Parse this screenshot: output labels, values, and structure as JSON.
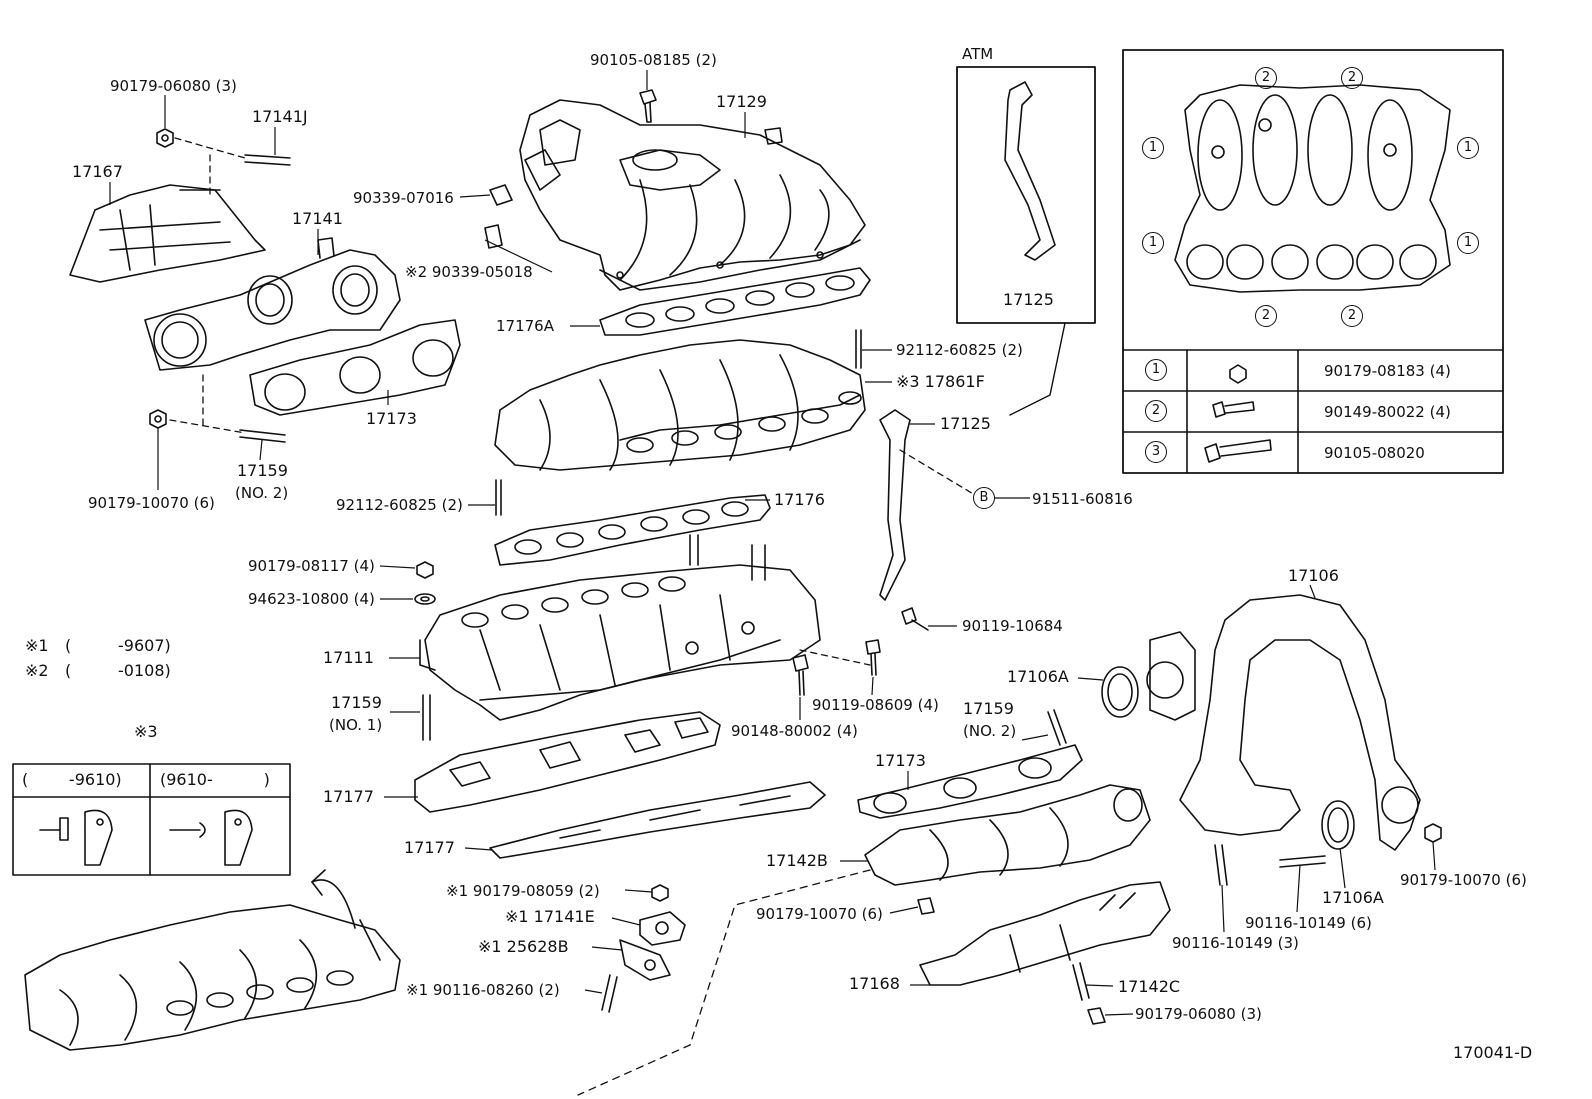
{
  "diagram_id": "170041-D",
  "atm_box": {
    "title": "ATM",
    "part": "17125"
  },
  "notes": [
    {
      "mark": "※1",
      "range_open": "(",
      "range_value": "-9607)"
    },
    {
      "mark": "※2",
      "range_open": "(",
      "range_value": "-0108)"
    }
  ],
  "variant_table": {
    "mark": "※3",
    "headers": [
      "(        -9610)",
      "(9610-          )"
    ]
  },
  "fastener_legend": [
    {
      "index": "1",
      "part": "90179-08183 (4)"
    },
    {
      "index": "2",
      "part": "90149-80022 (4)"
    },
    {
      "index": "3",
      "part": "90105-08020"
    }
  ],
  "legend_callouts": [
    "1",
    "2",
    "2",
    "1",
    "1",
    "1",
    "1",
    "2",
    "2"
  ],
  "b_marker": "B",
  "labels": {
    "l01": "90179-06080 (3)",
    "l02": "17141J",
    "l03": "17167",
    "l04": "17141",
    "l05": "17173",
    "l06": "17159",
    "l07": "(NO. 2)",
    "l08": "90179-10070 (6)",
    "l09": "90105-08185 (2)",
    "l10": "17129",
    "l11": "90339-07016",
    "l12": "※2 90339-05018",
    "l13": "17176A",
    "l14": "92112-60825 (2)",
    "l15": "※3 17861F",
    "l16": "17125",
    "l17": "B",
    "l18": "91511-60816",
    "l19": "92112-60825 (2)",
    "l20": "17176",
    "l21": "90179-08117 (4)",
    "l22": "94623-10800 (4)",
    "l23": "17111",
    "l24": "17159",
    "l25": "(NO. 1)",
    "l26": "90119-10684",
    "l27": "90119-08609 (4)",
    "l28": "90148-80002 (4)",
    "l29": "17177",
    "l30": "17177",
    "l31": "17106",
    "l32": "17106A",
    "l33": "17159",
    "l34": "(NO. 2)",
    "l35": "17173",
    "l36": "17142B",
    "l37": "※1  90179-08059 (2)",
    "l38": "※1 17141E",
    "l39": "※1 25628B",
    "l40": "※1  90116-08260 (2)",
    "l41": "90179-10070 (6)",
    "l42": "17168",
    "l43": "17142C",
    "l44": "90179-06080 (3)",
    "l45": "90116-10149 (3)",
    "l46": "90116-10149 (6)",
    "l47": "17106A",
    "l48": "90179-10070 (6)"
  }
}
